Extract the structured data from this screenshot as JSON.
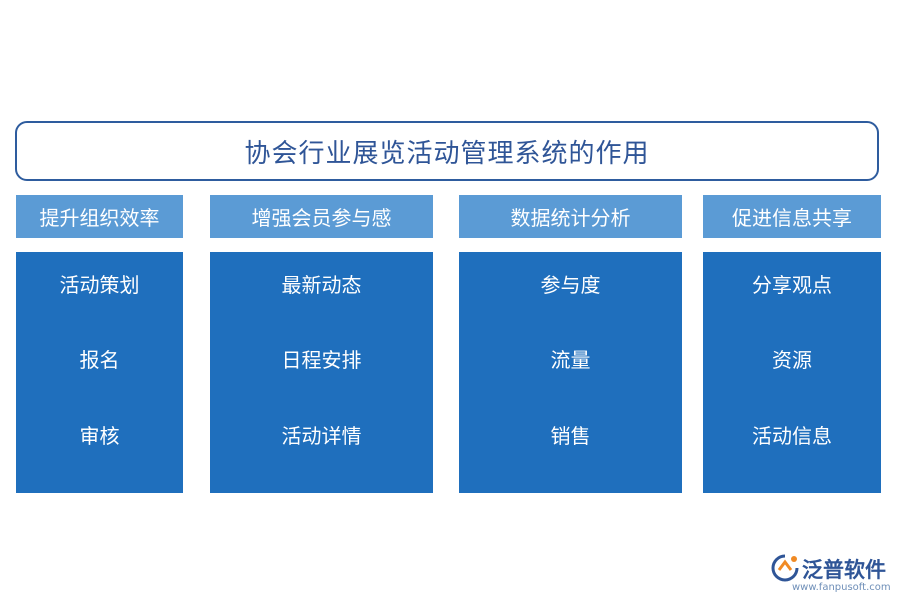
{
  "diagram": {
    "title": "协会行业展览活动管理系统的作用",
    "columns": [
      {
        "header": "提升组织效率",
        "items": [
          "活动策划",
          "报名",
          "审核"
        ]
      },
      {
        "header": "增强会员参与感",
        "items": [
          "最新动态",
          "日程安排",
          "活动详情"
        ]
      },
      {
        "header": "数据统计分析",
        "items": [
          "参与度",
          "流量",
          "销售"
        ]
      },
      {
        "header": "促进信息共享",
        "items": [
          "分享观点",
          "资源",
          "活动信息"
        ]
      }
    ]
  },
  "watermark": {
    "center_text": "泛普软件"
  },
  "logo": {
    "name": "泛普软件",
    "url": "www.fanpusoft.com",
    "icon": "fanpu-logo-icon"
  },
  "colors": {
    "title_border": "#2e5c9e",
    "title_text": "#2f5597",
    "header_bg": "#5b9bd5",
    "body_bg": "#1f6fbd"
  }
}
